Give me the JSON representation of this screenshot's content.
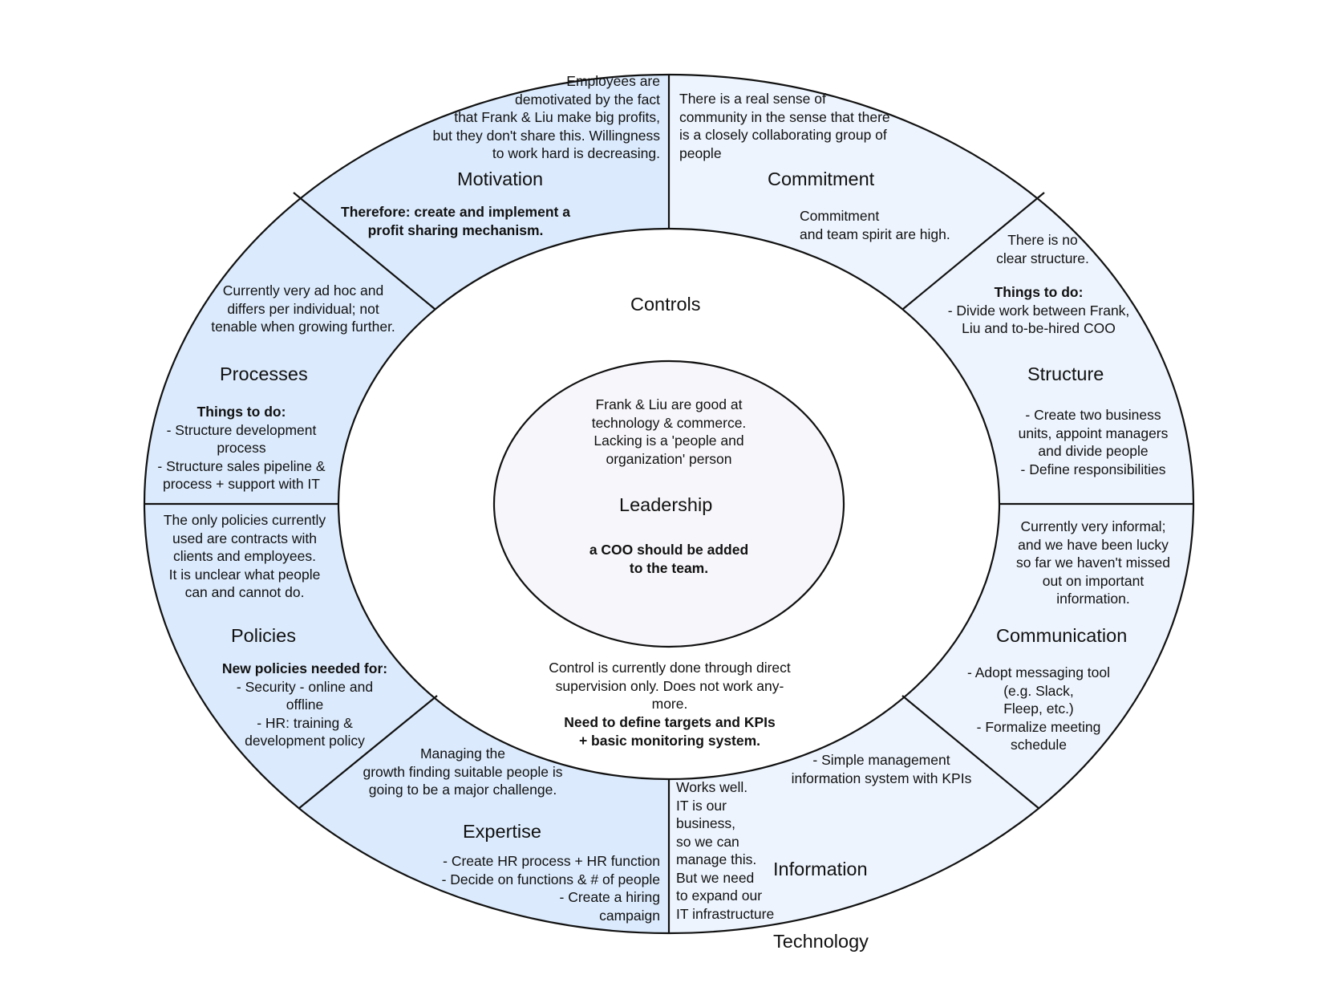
{
  "colors": {
    "motivation_fill": "#dbeafc",
    "commitment_fill": "#edf4fd",
    "left_fill": "#dbeafc",
    "right_fill": "#edf4fd",
    "center_fill": "#f7f7fb",
    "stroke": "#111111"
  },
  "motivation": {
    "title": "Motivation",
    "note": [
      "Employees are",
      "demotivated by the fact",
      "that Frank & Liu make big profits,",
      "but they don't share this. Willingness",
      "to work hard is decreasing."
    ],
    "action": [
      "Therefore: create and implement a",
      "profit sharing mechanism."
    ]
  },
  "commitment": {
    "title": "Commitment",
    "note": [
      "There is a real sense of",
      "community in the sense that there",
      "is a closely collaborating group of",
      "people"
    ],
    "action": [
      "Commitment",
      "and team spirit are high."
    ]
  },
  "structure": {
    "title": "Structure",
    "note": [
      "There is no",
      "clear structure."
    ],
    "todo_header": "Things to do:",
    "todo": [
      "- Divide work between Frank,",
      "Liu and to-be-hired COO"
    ],
    "action": [
      "- Create two business",
      "units, appoint managers",
      "and divide people",
      "- Define responsibilities"
    ]
  },
  "processes": {
    "title": "Processes",
    "note": [
      "Currently very ad hoc and",
      "differs per individual; not",
      "tenable when growing further."
    ],
    "todo_header": "Things to do:",
    "todo": [
      "- Structure development",
      "process",
      "- Structure sales pipeline &",
      "process + support with IT"
    ]
  },
  "policies": {
    "title": "Policies",
    "note": [
      "The only policies currently",
      "used are contracts with",
      "clients and employees.",
      "It is unclear what people",
      "can and cannot do."
    ],
    "todo_header": "New policies needed for:",
    "todo": [
      "- Security - online and",
      "offline",
      "- HR: training &",
      "development policy"
    ]
  },
  "communication": {
    "title": "Communication",
    "note": [
      "Currently very informal;",
      "and we have been lucky",
      "so far we haven't missed",
      "out on important",
      "information."
    ],
    "action": [
      "- Adopt messaging tool",
      "(e.g. Slack,",
      "Fleep, etc.)",
      "- Formalize meeting",
      "schedule"
    ]
  },
  "expertise": {
    "title": "Expertise",
    "note": [
      "Managing the",
      "growth finding suitable people is",
      "going to be a major challenge."
    ],
    "action": [
      "- Create HR process + HR function",
      "- Decide on functions & # of people",
      "- Create a hiring",
      "campaign"
    ]
  },
  "information_technology": {
    "title": [
      "Information",
      "Technology"
    ],
    "note": [
      "Works well.",
      "IT is our",
      "business,",
      "so we can",
      "manage this.",
      "But we need",
      "to expand our",
      "IT infrastructure"
    ],
    "action": [
      "- Simple management",
      "information system with KPIs"
    ]
  },
  "controls": {
    "title": "Controls",
    "note": [
      "Control is currently done through direct",
      "supervision only. Does not work any-",
      "more."
    ],
    "action": [
      "Need to define targets and KPIs",
      "+ basic monitoring system."
    ]
  },
  "leadership": {
    "title": "Leadership",
    "note": [
      "Frank & Liu are good at",
      "technology & commerce.",
      "Lacking is a 'people and",
      "organization' person"
    ],
    "action": [
      "a COO should be added",
      "to the team."
    ]
  }
}
